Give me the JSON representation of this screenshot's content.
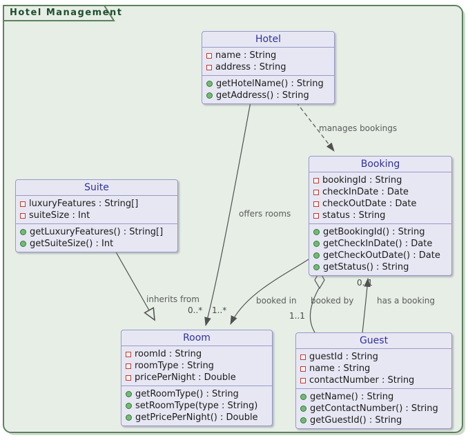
{
  "frame": {
    "title": "Hotel Management"
  },
  "colors": {
    "frame_border": "#5d815d",
    "frame_background": "#e6eee6",
    "class_background": "#e7e7f4",
    "class_border": "#9898c8",
    "class_title_text": "#30309c",
    "member_text": "#1a1a1a",
    "private_field_icon": "#c13832",
    "public_method_icon": "#77b877",
    "edge_line": "#515151",
    "edge_label_text": "#5b5b5b"
  },
  "classes": {
    "hotel": {
      "title": "Hotel",
      "attributes": [
        "name : String",
        "address : String"
      ],
      "methods": [
        "getHotelName() : String",
        "getAddress() : String"
      ]
    },
    "booking": {
      "title": "Booking",
      "attributes": [
        "bookingId : String",
        "checkInDate : Date",
        "checkOutDate : Date",
        "status : String"
      ],
      "methods": [
        "getBookingId() : String",
        "getCheckInDate() : Date",
        "getCheckOutDate() : Date",
        "getStatus() : String"
      ]
    },
    "suite": {
      "title": "Suite",
      "attributes": [
        "luxuryFeatures : String[]",
        "suiteSize : Int"
      ],
      "methods": [
        "getLuxuryFeatures() : String[]",
        "getSuiteSize() : Int"
      ]
    },
    "room": {
      "title": "Room",
      "attributes": [
        "roomId : String",
        "roomType : String",
        "pricePerNight : Double"
      ],
      "methods": [
        "getRoomType() : String",
        "setRoomType(type : String)",
        "getPricePerNight() : Double"
      ]
    },
    "guest": {
      "title": "Guest",
      "attributes": [
        "guestId : String",
        "name : String",
        "contactNumber : String"
      ],
      "methods": [
        "getName() : String",
        "getContactNumber() : String",
        "getGuestId() : String"
      ]
    }
  },
  "edges": {
    "manages_bookings": {
      "from": "Hotel",
      "to": "Booking",
      "style": "dashed-arrow",
      "label": "manages bookings"
    },
    "offers_rooms": {
      "from": "Hotel",
      "to": "Room",
      "style": "solid-arrow",
      "label": "offers rooms",
      "target_multiplicity": "0..*"
    },
    "inherits_from": {
      "from": "Suite",
      "to": "Room",
      "style": "generalization-hollow-triangle",
      "label": "inherits from"
    },
    "booked_in": {
      "from": "Booking",
      "to": "Room",
      "style": "solid-arrow",
      "label": "booked in",
      "target_multiplicity": "1..*"
    },
    "booked_by": {
      "from": "Booking",
      "to": "Guest",
      "style": "aggregation-hollow-diamond",
      "label": "booked by",
      "target_multiplicity": "1..1"
    },
    "has_a_booking": {
      "from": "Guest",
      "to": "Booking",
      "style": "solid-arrow",
      "label": "has a booking",
      "target_multiplicity": "0..1"
    }
  }
}
